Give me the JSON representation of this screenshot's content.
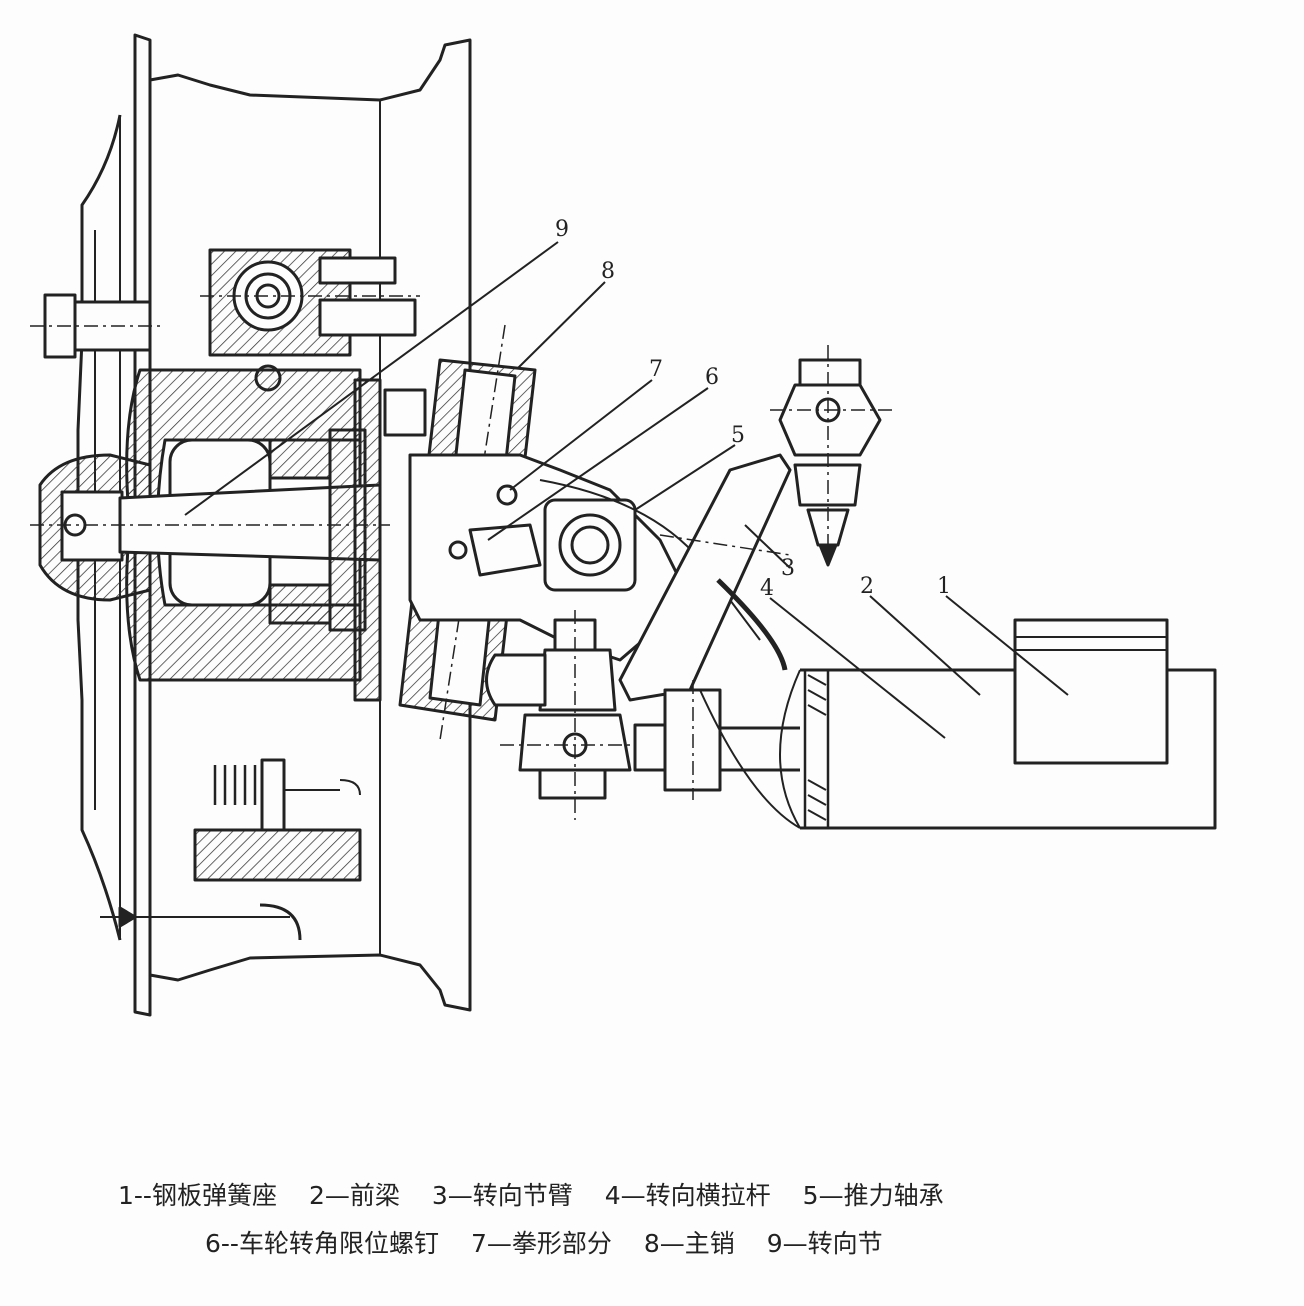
{
  "figure": {
    "callouts": [
      "1",
      "2",
      "3",
      "4",
      "5",
      "6",
      "7",
      "8",
      "9"
    ]
  },
  "caption": {
    "line1": [
      "1--钢板弹簧座",
      "2—前梁",
      "3—转向节臂",
      "4—转向横拉杆",
      "5—推力轴承"
    ],
    "line2": [
      "6--车轮转角限位螺钉",
      "7—拳形部分",
      "8—主销",
      "9—转向节"
    ]
  }
}
